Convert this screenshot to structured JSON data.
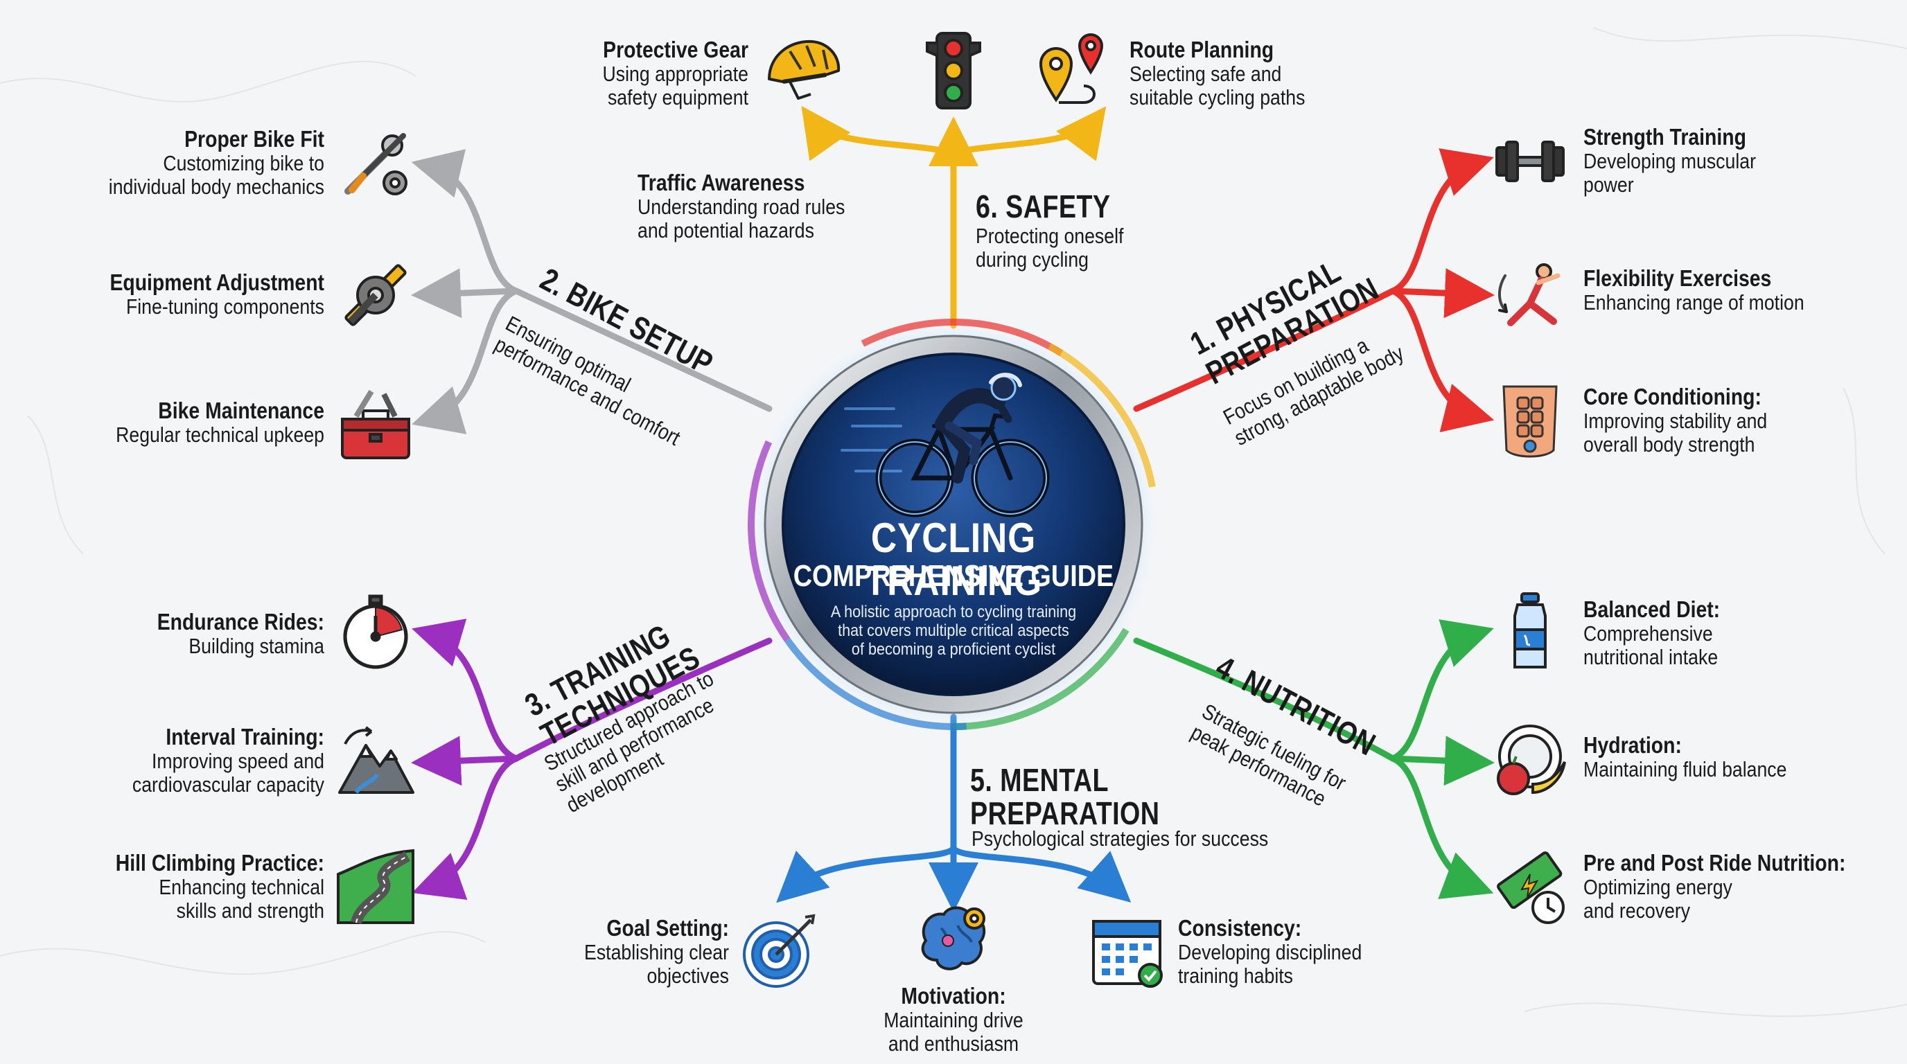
{
  "hub": {
    "title": "CYCLING TRAINING",
    "subtitle": "COMPREHENSIVE GUIDE",
    "description": "A holistic approach to cycling training\nthat covers multiple critical aspects\nof becoming a proficient cyclist"
  },
  "colors": {
    "physical": "#e8302c",
    "bike": "#a9abae",
    "training": "#9b2fc0",
    "nutrition": "#2fae4a",
    "mental": "#2a7fd4",
    "safety": "#f2b617",
    "hub_dark": "#0e2a55"
  },
  "branches": {
    "physical": {
      "title": "1. PHYSICAL\nPREPARATION",
      "subtitle": "Focus on building a\nstrong, adaptable body",
      "items": [
        {
          "title": "Strength Training",
          "desc": "Developing muscular\npower",
          "icon": "dumbbell-icon"
        },
        {
          "title": "Flexibility Exercises",
          "desc": "Enhancing range of motion",
          "icon": "stretching-person-icon"
        },
        {
          "title": "Core Conditioning:",
          "desc": "Improving stability and\noverall body strength",
          "icon": "abdominal-muscles-icon"
        }
      ]
    },
    "bike": {
      "title": "2. BIKE SETUP",
      "subtitle": "Ensuring optimal\nperformance and comfort",
      "items": [
        {
          "title": "Proper Bike Fit",
          "desc": "Customizing bike to\nindividual body mechanics",
          "icon": "wrench-screwdriver-gear-icon"
        },
        {
          "title": "Equipment Adjustment",
          "desc": "Fine-tuning components",
          "icon": "crank-ruler-icon"
        },
        {
          "title": "Bike Maintenance",
          "desc": "Regular technical upkeep",
          "icon": "toolbox-icon"
        }
      ]
    },
    "training": {
      "title": "3. TRAINING\nTECHNIQUES",
      "subtitle": "Structured approach to\nskill and performance\ndevelopment",
      "items": [
        {
          "title": "Endurance Rides:",
          "desc": "Building stamina",
          "icon": "stopwatch-icon"
        },
        {
          "title": "Interval Training:",
          "desc": "Improving speed and\ncardiovascular capacity",
          "icon": "mountain-arrow-icon"
        },
        {
          "title": "Hill Climbing Practice:",
          "desc": "Enhancing technical\nskills and strength",
          "icon": "hill-road-icon"
        }
      ]
    },
    "nutrition": {
      "title": "4. NUTRITION",
      "subtitle": "Strategic fueling for\npeak performance",
      "items": [
        {
          "title": "Balanced Diet:",
          "desc": "Comprehensive\nnutritional intake",
          "icon": "water-bottle-icon"
        },
        {
          "title": "Hydration:",
          "desc": "Maintaining fluid balance",
          "icon": "plate-fruit-icon"
        },
        {
          "title": "Pre and Post Ride Nutrition:",
          "desc": "Optimizing energy\nand recovery",
          "icon": "energy-bar-clock-icon"
        }
      ]
    },
    "mental": {
      "title": "5. MENTAL\nPREPARATION",
      "subtitle": "Psychological strategies for success",
      "items": [
        {
          "title": "Goal Setting:",
          "desc": "Establishing clear\nobjectives",
          "icon": "target-icon"
        },
        {
          "title": "Motivation:",
          "desc": "Maintaining drive\nand enthusiasm",
          "icon": "brain-gear-icon"
        },
        {
          "title": "Consistency:",
          "desc": "Developing disciplined\ntraining habits",
          "icon": "calendar-check-icon"
        }
      ]
    },
    "safety": {
      "title": "6. SAFETY",
      "subtitle": "Protecting oneself\nduring cycling",
      "items": [
        {
          "title": "Protective Gear",
          "desc": "Using appropriate\nsafety equipment",
          "icon": "helmet-icon"
        },
        {
          "title": "Traffic Awareness",
          "desc": "Understanding road rules\nand potential hazards",
          "icon": "traffic-light-icon"
        },
        {
          "title": "Route Planning",
          "desc": "Selecting safe and\nsuitable cycling paths",
          "icon": "map-route-icon"
        }
      ]
    }
  }
}
